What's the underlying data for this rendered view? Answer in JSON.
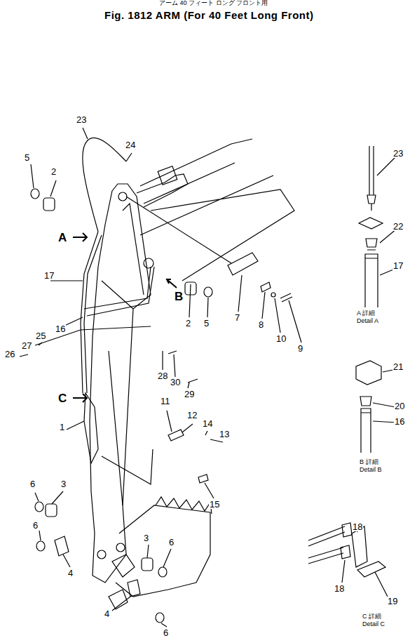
{
  "diagram": {
    "title": "Fig. 1812 ARM (For 40 Feet Long Front)",
    "labels": [
      "アーム 40 フィート ロング フロント用",
      "23",
      "24",
      "5",
      "2",
      "A",
      "17",
      "B",
      "2",
      "5",
      "7",
      "8",
      "10",
      "9",
      "16",
      "25",
      "26",
      "27",
      "28",
      "30",
      "29",
      "C",
      "1",
      "11",
      "12",
      "14",
      "13",
      "15",
      "6",
      "3",
      "6",
      "4",
      "3",
      "6",
      "4",
      "6",
      "23",
      "22",
      "17",
      "A 詳細",
      "Detail A",
      "21",
      "20",
      "16",
      "B 詳細",
      "Detail B",
      "18",
      "18",
      "19",
      "C 詳細",
      "Detail C"
    ]
  }
}
